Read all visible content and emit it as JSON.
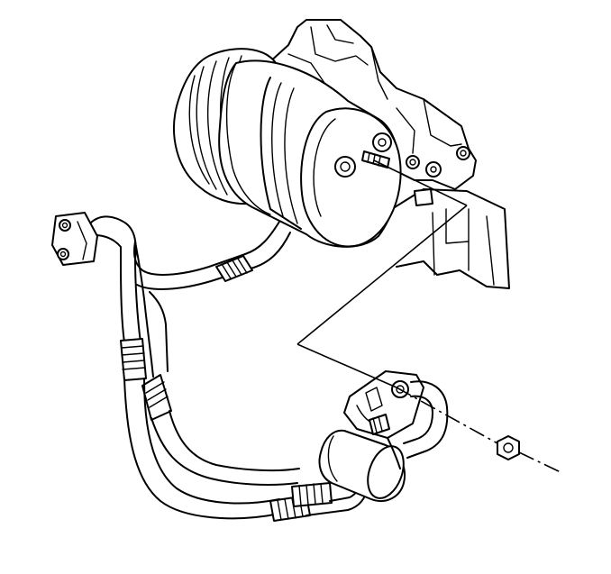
{
  "diagram": {
    "parts": [
      {
        "id": "engine-block",
        "name": "engine-block"
      },
      {
        "id": "mounting-bracket",
        "name": "compressor-mounting-bracket"
      },
      {
        "id": "ac-compressor",
        "name": "ac-compressor"
      },
      {
        "id": "compressor-pulley",
        "name": "compressor-pulley"
      },
      {
        "id": "manifold-stud",
        "name": "manifold-stud"
      },
      {
        "id": "hose-assembly",
        "name": "ac-hose-assembly"
      },
      {
        "id": "sealing-block-fitting",
        "name": "compressor-sealing-block-fitting"
      },
      {
        "id": "muffler",
        "name": "accumulator-muffler"
      },
      {
        "id": "retaining-nut",
        "name": "retaining-nut"
      }
    ],
    "annotations": [
      {
        "id": "leader-line",
        "style": "solid-then-dashed"
      }
    ]
  }
}
